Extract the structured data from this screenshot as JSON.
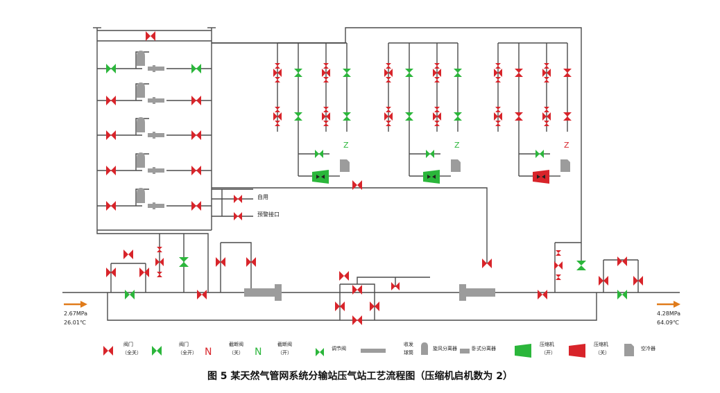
{
  "inlet": {
    "pressure": "2.67MPa",
    "temperature": "26.01℃"
  },
  "outlet": {
    "pressure": "4.28MPa",
    "temperature": "64.09℃"
  },
  "branch_labels": {
    "self_use": "自用",
    "warning": "预警接口"
  },
  "legend": {
    "valve_closed": [
      "阀门",
      "（全关）"
    ],
    "valve_open": [
      "阀门",
      "（全开）"
    ],
    "shutoff_closed": [
      "截断阀",
      "（关）"
    ],
    "shutoff_open": [
      "截断阀",
      "（开）"
    ],
    "regulator": "调节阀",
    "pig_receiver": [
      "收发",
      "球筒"
    ],
    "cyclone_separator": "旋风分离器",
    "horizontal_separator": "卧式分离器",
    "compressor_on": [
      "压缩机",
      "（开）"
    ],
    "compressor_off": [
      "压缩机",
      "（关）"
    ],
    "air_cooler": "空冷器"
  },
  "caption": "图 5   某天然气管网系统分输站压气站工艺流程图（压缩机启机数为 2）",
  "colors": {
    "valve_closed": "#d8242a",
    "valve_open": "#2bb63b",
    "pipe": "#4a4a4a",
    "equipment": "#9c9c9c",
    "arrow": "#e07b1a"
  }
}
